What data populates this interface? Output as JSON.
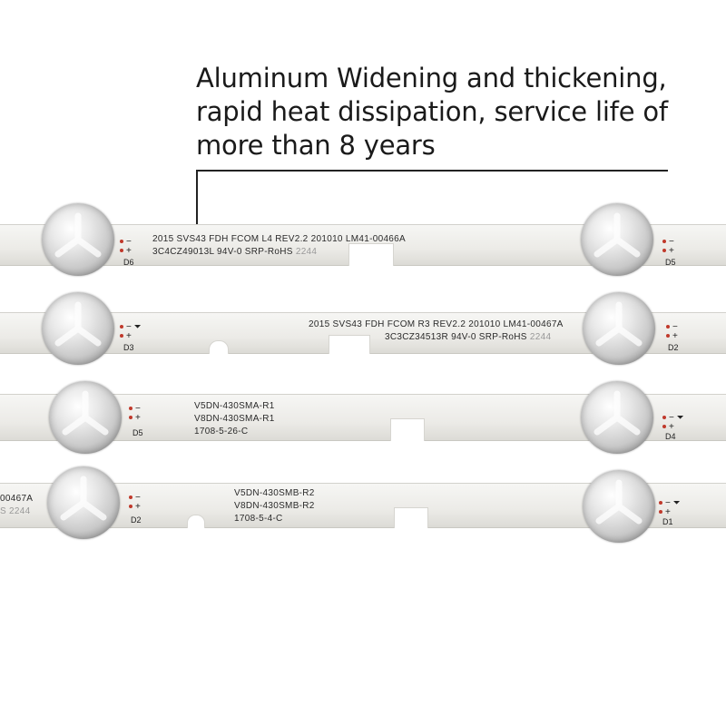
{
  "headline": {
    "line1": "Aluminum Widening and thickening,",
    "line2": "rapid heat dissipation, service life of",
    "line3": "more than 8 years"
  },
  "strips": [
    {
      "print_line1": "2015 SVS43 FDH FCOM L4 REV2.2 201010 LM41-00466A",
      "print_line2": "3C4CZ49013L 94V-0 SRP-RoHS",
      "code": "2244",
      "left_led": "D6",
      "right_led": "D5"
    },
    {
      "print_line1": "2015 SVS43 FDH FCOM R3 REV2.2 201010 LM41-00467A",
      "print_line2": "3C3CZ34513R 94V-0 SRP-RoHS",
      "code": "2244",
      "left_led": "D3",
      "right_led": "D2"
    },
    {
      "print_line1": "V5DN-430SMA-R1",
      "print_line2": "V8DN-430SMA-R1",
      "print_line3": "1708-5-26-C",
      "left_led": "D5",
      "right_led": "D4"
    },
    {
      "edge_text1": "00467A",
      "edge_text2": "S 2244",
      "print_line1": "V5DN-430SMB-R2",
      "print_line2": "V8DN-430SMB-R2",
      "print_line3": "1708-5-4-C",
      "left_led": "D2",
      "right_led": "D1"
    }
  ],
  "polarity": {
    "minus": "−",
    "plus": "+"
  }
}
